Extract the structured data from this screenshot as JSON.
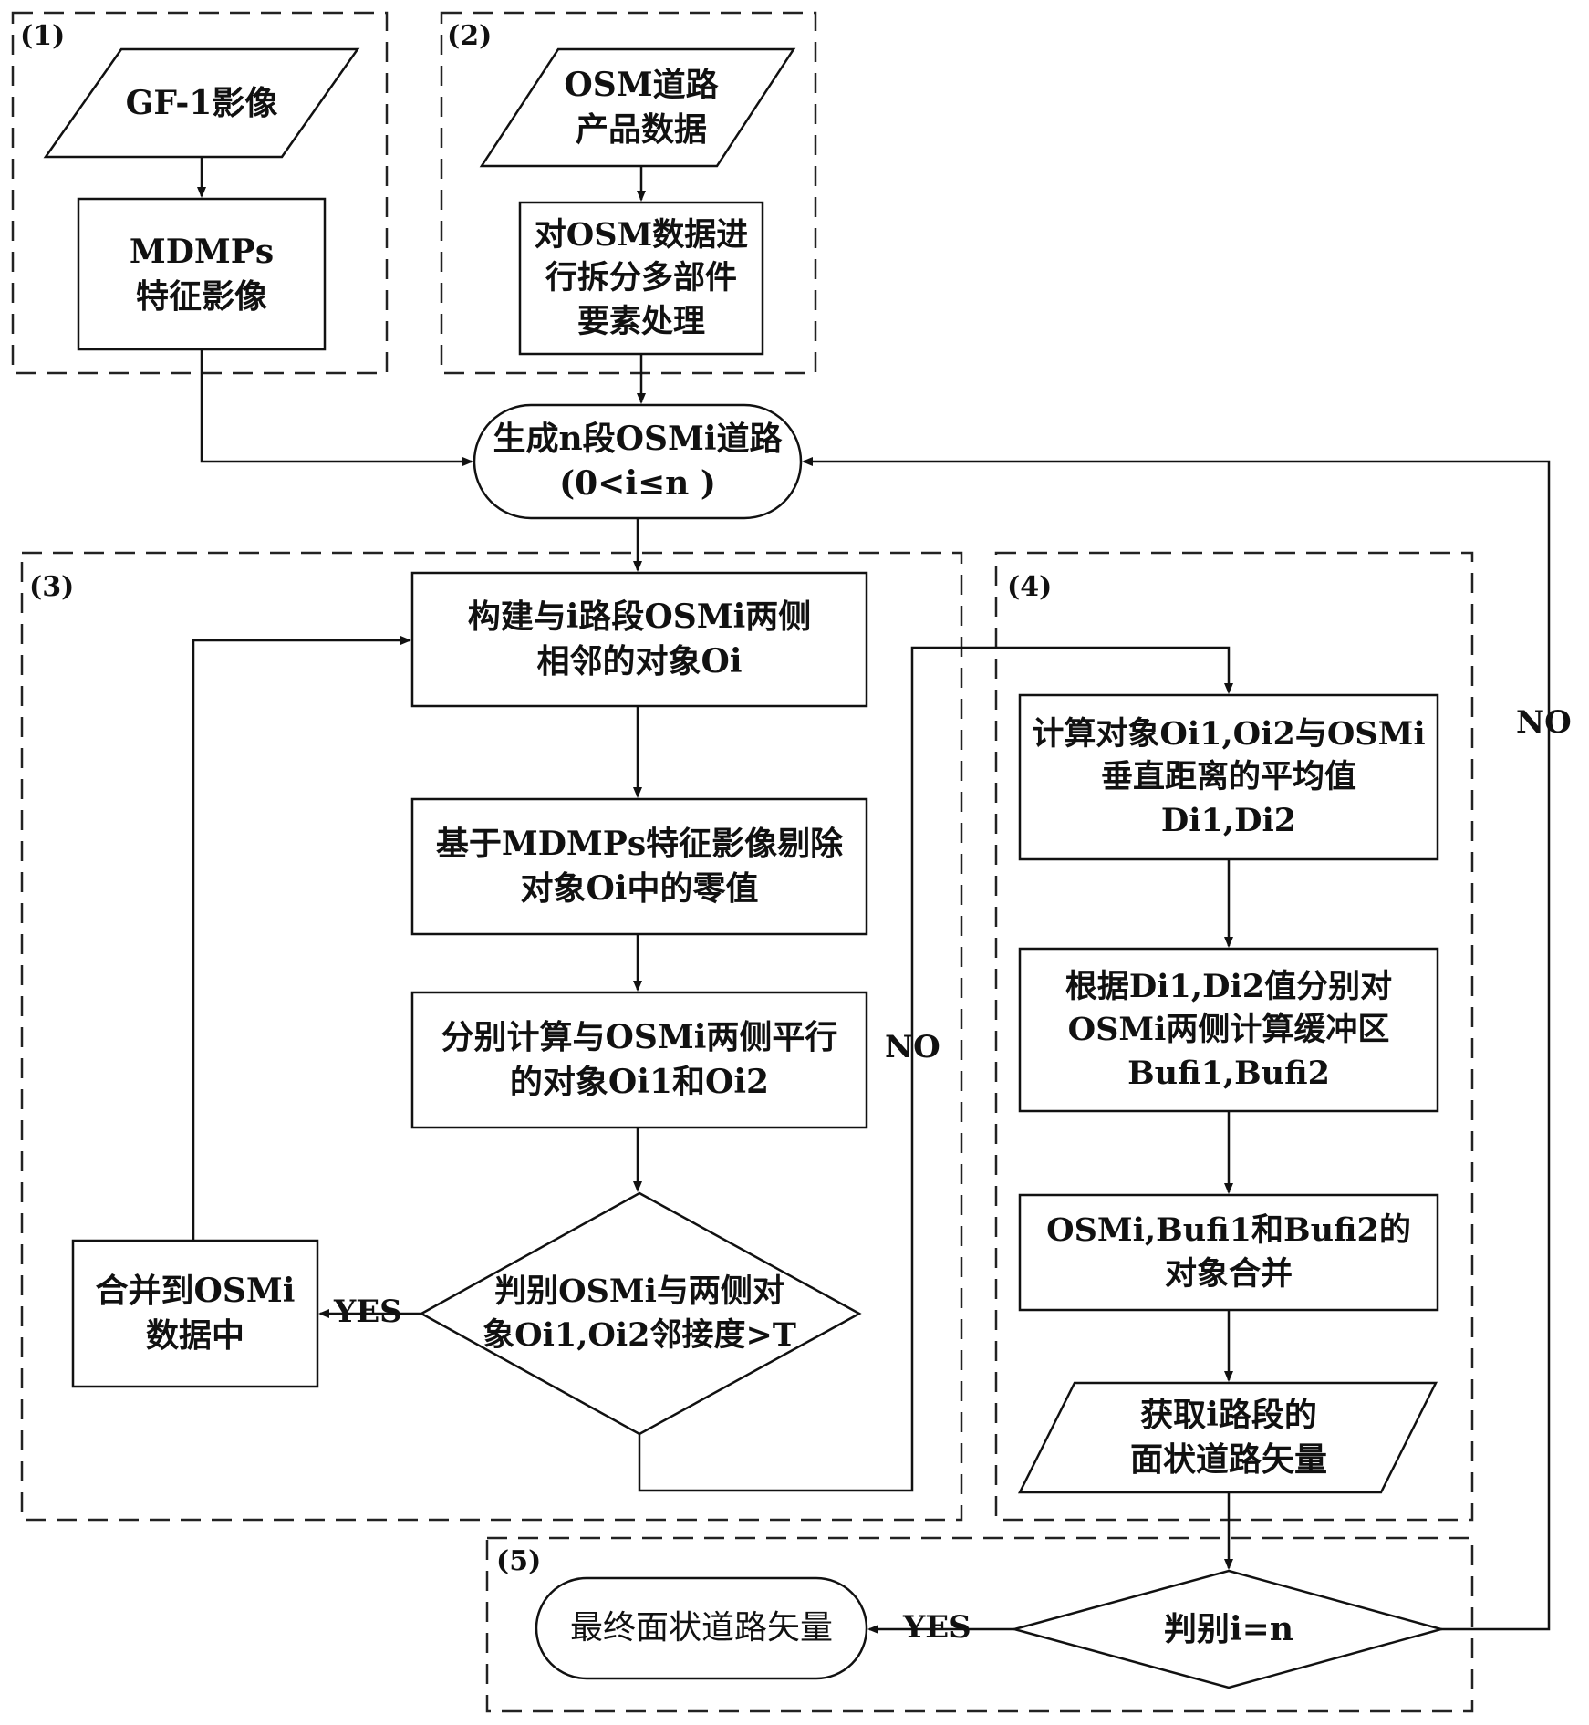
{
  "regions": {
    "r1": "(1)",
    "r2": "(2)",
    "r3": "(3)",
    "r4": "(4)",
    "r5": "(5)"
  },
  "nodes": {
    "gf1": [
      "GF-1影像"
    ],
    "mdmps": [
      "MDMPs",
      "特征影像"
    ],
    "osm_product": [
      "OSM道路",
      "产品数据"
    ],
    "osm_process": [
      "对OSM数据进",
      "行拆分多部件",
      "要素处理"
    ],
    "generate": [
      "生成n段OSMi道路",
      "(0<i≤n )"
    ],
    "build": [
      "构建与i路段OSMi两侧",
      "相邻的对象Oi"
    ],
    "remove_zero": [
      "基于MDMPs特征影像剔除",
      "对象Oi中的零值"
    ],
    "calc_parallel": [
      "分别计算与OSMi两侧平行",
      "的对象Oi1和Oi2"
    ],
    "judge_adj": [
      "判别OSMi与两侧对",
      "象Oi1,Oi2邻接度>T"
    ],
    "merge_osm": [
      "合并到OSMi",
      "数据中"
    ],
    "calc_dist": [
      "计算对象Oi1,Oi2与OSMi",
      "垂直距离的平均值",
      "Di1,Di2"
    ],
    "buffer": [
      "根据Di1,Di2值分别对",
      "OSMi两侧计算缓冲区",
      "Bufi1,Bufi2"
    ],
    "merge_buf": [
      "OSMi,Bufi1和Bufi2的",
      "对象合并"
    ],
    "get_vector": [
      "获取i路段的",
      "面状道路矢量"
    ],
    "judge_n": [
      "判别i=n"
    ],
    "final": [
      "最终面状道路矢量"
    ]
  },
  "edge_labels": {
    "yes_merge": "YES",
    "no_adj": "NO",
    "yes_final": "YES",
    "no_loop": "NO"
  }
}
